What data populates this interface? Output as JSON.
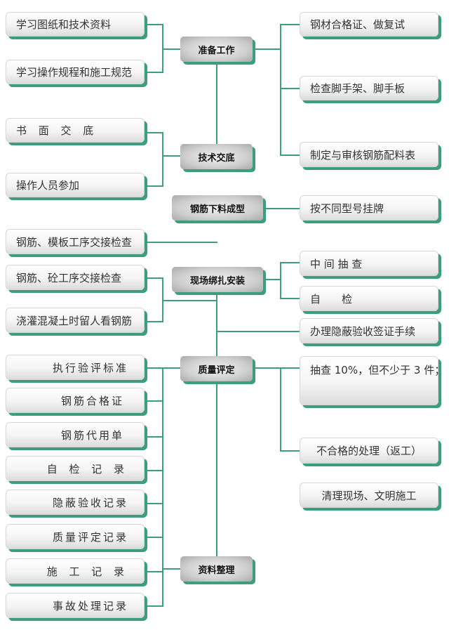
{
  "hubs": {
    "prepare": "准备工作",
    "tech_briefing": "技术交底",
    "cutting": "钢筋下料成型",
    "binding": "现场绑扎安装",
    "quality": "质量评定",
    "documents": "资料整理"
  },
  "left": [
    "学习图纸和技术资料",
    "学习操作规程和施工规范",
    "书 面 交 底",
    "操作人员参加",
    "钢筋、模板工序交接检查",
    "钢筋、砼工序交接检查",
    "浇灌混凝土时留人看钢筋",
    "执行验评标准",
    "钢筋合格证",
    "钢筋代用单",
    "自 检 记 录",
    "隐蔽验收记录",
    "质量评定记录",
    "施 工 记 录",
    "事故处理记录"
  ],
  "right": [
    "钢材合格证、做复试",
    "检查脚手架、脚手板",
    "制定与审核钢筋配料表",
    "按不同型号挂牌",
    "中 间 抽 查",
    "自　　检",
    "办理隐蔽验收签证手续",
    "抽查 10%，但不少于 3 件；",
    "不合格的处理（返工）",
    "清理现场、文明施工"
  ],
  "colors": {
    "connector": "#3d9e7c",
    "shadow": "#3d9e7c"
  }
}
